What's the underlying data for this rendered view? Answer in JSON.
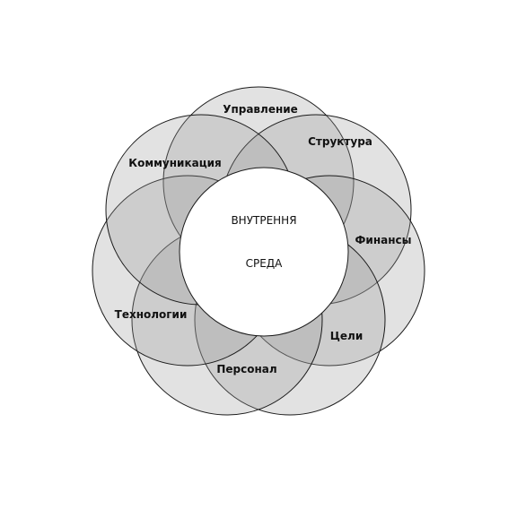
{
  "diagram": {
    "center": {
      "line1": "ВНУТРЕННЯ",
      "line2": "СРЕДА"
    },
    "elements": [
      "Управление",
      "Структура",
      "Финансы",
      "Цели",
      "Персонал",
      "Технологии",
      "Коммуникация"
    ]
  }
}
